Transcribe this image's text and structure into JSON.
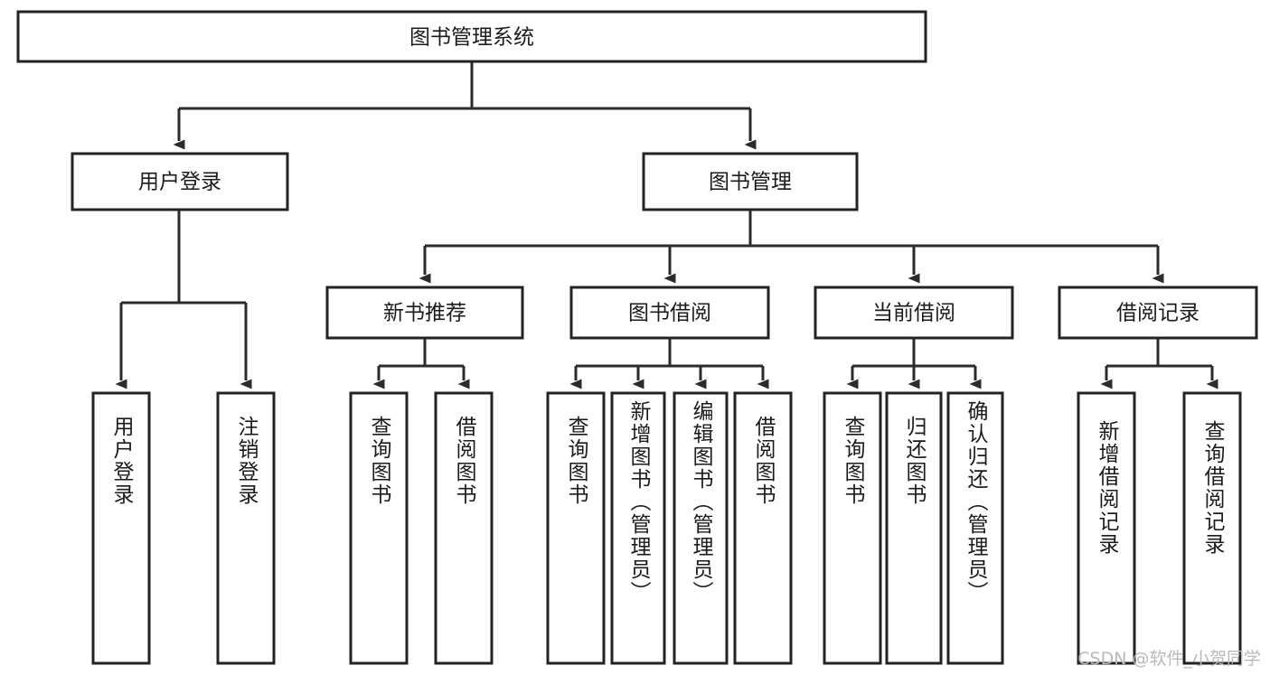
{
  "diagram": {
    "type": "tree-hierarchy-chart",
    "title": "图书管理系统",
    "watermark": "CSDN @软件_小贺同学",
    "colors": {
      "box_stroke": "#232323",
      "box_fill": "#ffffff",
      "edge": "#2b2b2b",
      "text": "#1b1b1b",
      "watermark": "#b9b9b9",
      "background": "#ffffff"
    },
    "levels": {
      "level1": [
        "图书管理系统"
      ],
      "level2": [
        "用户登录",
        "图书管理"
      ],
      "level3": [
        "新书推荐",
        "图书借阅",
        "当前借阅",
        "借阅记录"
      ],
      "level4": [
        "用户登录",
        "注销登录",
        "查询图书",
        "借阅图书",
        "查询图书",
        "新增图书（管理员）",
        "编辑图书（管理员）",
        "借阅图书",
        "查询图书",
        "归还图书",
        "确认归还（管理员）",
        "新增借阅记录",
        "查询借阅记录"
      ]
    },
    "root": {
      "label": "图书管理系统",
      "children": [
        {
          "label": "用户登录",
          "children": [
            {
              "label": "用户登录"
            },
            {
              "label": "注销登录"
            }
          ]
        },
        {
          "label": "图书管理",
          "children": [
            {
              "label": "新书推荐",
              "children": [
                {
                  "label": "查询图书"
                },
                {
                  "label": "借阅图书"
                }
              ]
            },
            {
              "label": "图书借阅",
              "children": [
                {
                  "label": "查询图书"
                },
                {
                  "label": "新增图书（管理员）"
                },
                {
                  "label": "编辑图书（管理员）"
                },
                {
                  "label": "借阅图书"
                }
              ]
            },
            {
              "label": "当前借阅",
              "children": [
                {
                  "label": "查询图书"
                },
                {
                  "label": "归还图书"
                },
                {
                  "label": "确认归还（管理员）"
                }
              ]
            },
            {
              "label": "借阅记录",
              "children": [
                {
                  "label": "新增借阅记录"
                },
                {
                  "label": "查询借阅记录"
                }
              ]
            }
          ]
        }
      ]
    },
    "nodes": {
      "root": "图书管理系统",
      "user_login": "用户登录",
      "book_mgmt": "图书管理",
      "new_book_rec": "新书推荐",
      "book_borrow": "图书借阅",
      "current_borrow": "当前借阅",
      "borrow_record": "借阅记录",
      "leaf_user_login": "用户登录",
      "leaf_logout": "注销登录",
      "leaf_rec_query": "查询图书",
      "leaf_rec_borrow": "借阅图书",
      "leaf_bb_query": "查询图书",
      "leaf_bb_add": "新增图书（管理员）",
      "leaf_bb_edit": "编辑图书（管理员）",
      "leaf_bb_borrow": "借阅图书",
      "leaf_cb_query": "查询图书",
      "leaf_cb_return": "归还图书",
      "leaf_cb_confirm": "确认归还（管理员）",
      "leaf_br_add": "新增借阅记录",
      "leaf_br_query": "查询借阅记录"
    }
  }
}
